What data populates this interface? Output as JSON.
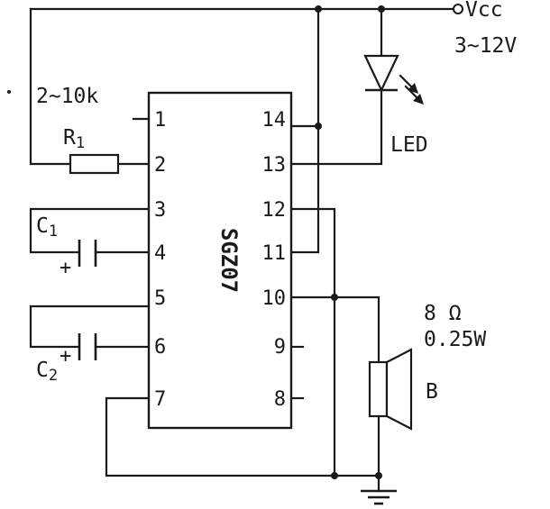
{
  "supply": {
    "name": "Vcc",
    "range": "3~12V"
  },
  "ic": {
    "name": "SGZ07",
    "pins": [
      "1",
      "2",
      "3",
      "4",
      "5",
      "6",
      "7",
      "8",
      "9",
      "10",
      "11",
      "12",
      "13",
      "14"
    ]
  },
  "resistor": {
    "ref": "R",
    "sub": "1",
    "value": "2~10k"
  },
  "capacitors": [
    {
      "ref": "C",
      "sub": "1",
      "polarity": "+"
    },
    {
      "ref": "C",
      "sub": "2",
      "polarity": "+"
    }
  ],
  "led": {
    "label": "LED"
  },
  "speaker": {
    "ref": "B",
    "impedance": "8 Ω",
    "power": "0.25W"
  },
  "colors": {
    "ink": "#1a1a1a",
    "background": "#ffffff"
  }
}
